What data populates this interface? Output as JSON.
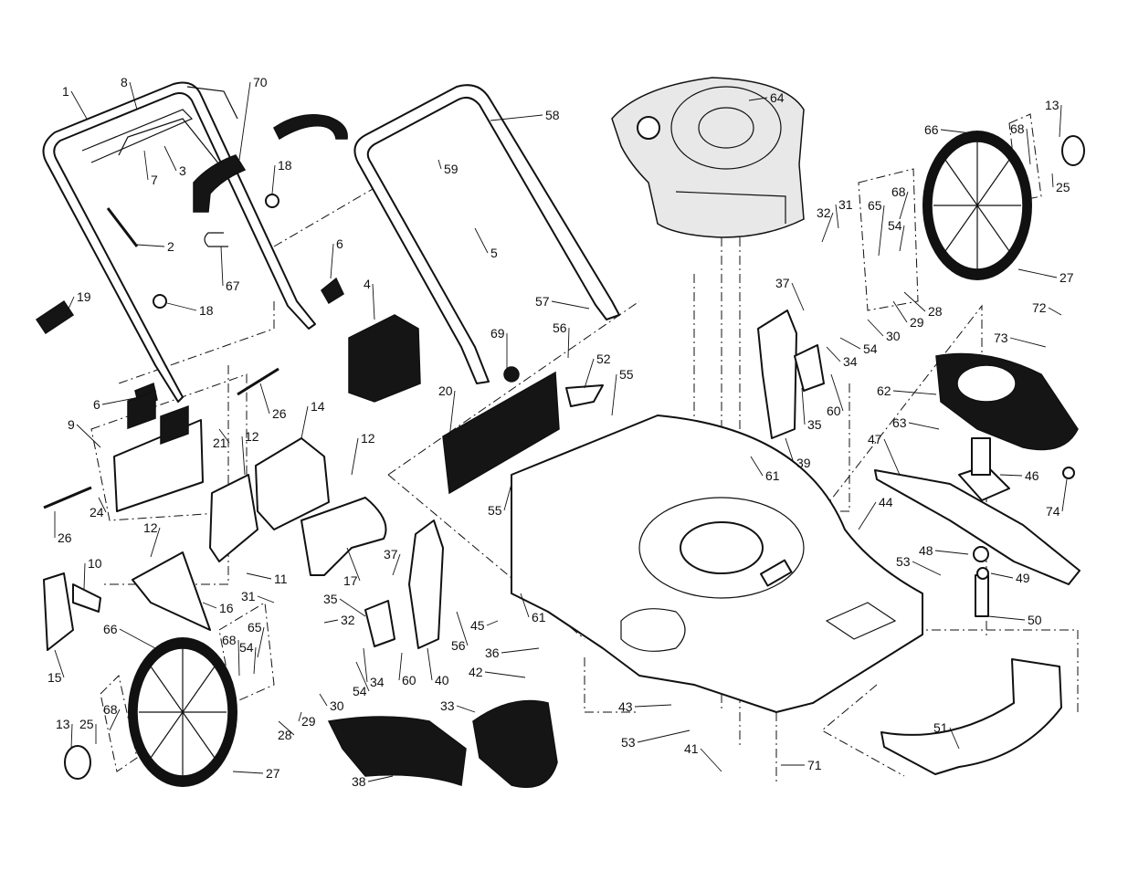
{
  "colors": {
    "ink": "#111111",
    "paper": "#ffffff",
    "fill_dark": "#151515",
    "fill_light": "#e8e8e8"
  },
  "callouts": [
    {
      "id": "c1",
      "text": "1"
    },
    {
      "id": "c8",
      "text": "8"
    },
    {
      "id": "c70",
      "text": "70"
    },
    {
      "id": "c2",
      "text": "2"
    },
    {
      "id": "c3",
      "text": "3"
    },
    {
      "id": "c7",
      "text": "7"
    },
    {
      "id": "c18a",
      "text": "18"
    },
    {
      "id": "c18b",
      "text": "18"
    },
    {
      "id": "c67",
      "text": "67"
    },
    {
      "id": "c6a",
      "text": "6"
    },
    {
      "id": "c6b",
      "text": "6"
    },
    {
      "id": "c19",
      "text": "19"
    },
    {
      "id": "c4",
      "text": "4"
    },
    {
      "id": "c26a",
      "text": "26"
    },
    {
      "id": "c26b",
      "text": "26"
    },
    {
      "id": "c9",
      "text": "9"
    },
    {
      "id": "c21",
      "text": "21"
    },
    {
      "id": "c24",
      "text": "24"
    },
    {
      "id": "c14",
      "text": "14"
    },
    {
      "id": "c12a",
      "text": "12"
    },
    {
      "id": "c12b",
      "text": "12"
    },
    {
      "id": "c12c",
      "text": "12"
    },
    {
      "id": "c10",
      "text": "10"
    },
    {
      "id": "c11",
      "text": "11"
    },
    {
      "id": "c16",
      "text": "16"
    },
    {
      "id": "c17",
      "text": "17"
    },
    {
      "id": "c15",
      "text": "15"
    },
    {
      "id": "c58",
      "text": "58"
    },
    {
      "id": "c59",
      "text": "59"
    },
    {
      "id": "c5",
      "text": "5"
    },
    {
      "id": "c57",
      "text": "57"
    },
    {
      "id": "c56a",
      "text": "56"
    },
    {
      "id": "c56b",
      "text": "56"
    },
    {
      "id": "c69",
      "text": "69"
    },
    {
      "id": "c52",
      "text": "52"
    },
    {
      "id": "c55a",
      "text": "55"
    },
    {
      "id": "c55b",
      "text": "55"
    },
    {
      "id": "c20",
      "text": "20"
    },
    {
      "id": "c64",
      "text": "64"
    },
    {
      "id": "c66a",
      "text": "66"
    },
    {
      "id": "c66b",
      "text": "66"
    },
    {
      "id": "c13a",
      "text": "13"
    },
    {
      "id": "c13b",
      "text": "13"
    },
    {
      "id": "c68a",
      "text": "68"
    },
    {
      "id": "c68b",
      "text": "68"
    },
    {
      "id": "c68c",
      "text": "68"
    },
    {
      "id": "c68d",
      "text": "68"
    },
    {
      "id": "c25a",
      "text": "25"
    },
    {
      "id": "c25b",
      "text": "25"
    },
    {
      "id": "c27a",
      "text": "27"
    },
    {
      "id": "c27b",
      "text": "27"
    },
    {
      "id": "c32a",
      "text": "32"
    },
    {
      "id": "c32b",
      "text": "32"
    },
    {
      "id": "c31a",
      "text": "31"
    },
    {
      "id": "c31b",
      "text": "31"
    },
    {
      "id": "c65a",
      "text": "65"
    },
    {
      "id": "c65b",
      "text": "65"
    },
    {
      "id": "c54a",
      "text": "54"
    },
    {
      "id": "c54b",
      "text": "54"
    },
    {
      "id": "c54c",
      "text": "54"
    },
    {
      "id": "c54d",
      "text": "54"
    },
    {
      "id": "c37a",
      "text": "37"
    },
    {
      "id": "c37b",
      "text": "37"
    },
    {
      "id": "c28a",
      "text": "28"
    },
    {
      "id": "c28b",
      "text": "28"
    },
    {
      "id": "c29a",
      "text": "29"
    },
    {
      "id": "c29b",
      "text": "29"
    },
    {
      "id": "c30a",
      "text": "30"
    },
    {
      "id": "c30b",
      "text": "30"
    },
    {
      "id": "c34a",
      "text": "34"
    },
    {
      "id": "c34b",
      "text": "34"
    },
    {
      "id": "c35a",
      "text": "35"
    },
    {
      "id": "c35b",
      "text": "35"
    },
    {
      "id": "c60a",
      "text": "60"
    },
    {
      "id": "c60b",
      "text": "60"
    },
    {
      "id": "c39",
      "text": "39"
    },
    {
      "id": "c61a",
      "text": "61"
    },
    {
      "id": "c61b",
      "text": "61"
    },
    {
      "id": "c72",
      "text": "72"
    },
    {
      "id": "c73",
      "text": "73"
    },
    {
      "id": "c62",
      "text": "62"
    },
    {
      "id": "c63",
      "text": "63"
    },
    {
      "id": "c47",
      "text": "47"
    },
    {
      "id": "c44",
      "text": "44"
    },
    {
      "id": "c46",
      "text": "46"
    },
    {
      "id": "c74",
      "text": "74"
    },
    {
      "id": "c48",
      "text": "48"
    },
    {
      "id": "c49",
      "text": "49"
    },
    {
      "id": "c53a",
      "text": "53"
    },
    {
      "id": "c53b",
      "text": "53"
    },
    {
      "id": "c50",
      "text": "50"
    },
    {
      "id": "c45",
      "text": "45"
    },
    {
      "id": "c36",
      "text": "36"
    },
    {
      "id": "c42",
      "text": "42"
    },
    {
      "id": "c40",
      "text": "40"
    },
    {
      "id": "c43",
      "text": "43"
    },
    {
      "id": "c41",
      "text": "41"
    },
    {
      "id": "c71",
      "text": "71"
    },
    {
      "id": "c51",
      "text": "51"
    },
    {
      "id": "c33",
      "text": "33"
    },
    {
      "id": "c38",
      "text": "38"
    }
  ]
}
